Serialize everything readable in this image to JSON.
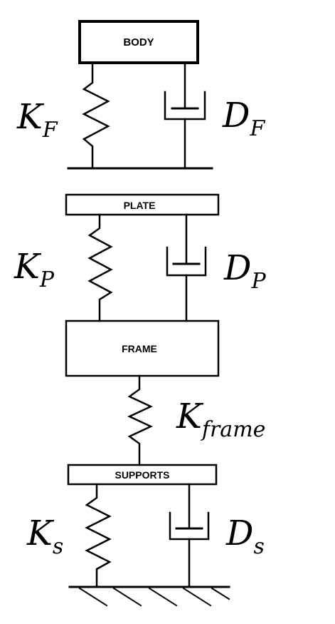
{
  "boxes": {
    "body": "BODY",
    "plate": "PLATE",
    "frame": "FRAME",
    "supports": "SUPPORTS"
  },
  "symbols": {
    "kf": {
      "base": "K",
      "sub": "F"
    },
    "df": {
      "base": "D",
      "sub": "F"
    },
    "kp": {
      "base": "K",
      "sub": "P"
    },
    "dp": {
      "base": "D",
      "sub": "P"
    },
    "kframe": {
      "base": "K",
      "sub": "frame"
    },
    "ks": {
      "base": "K",
      "sub": "s"
    },
    "ds": {
      "base": "D",
      "sub": "s"
    }
  },
  "colors": {
    "line": "#000000",
    "background": "#ffffff"
  }
}
